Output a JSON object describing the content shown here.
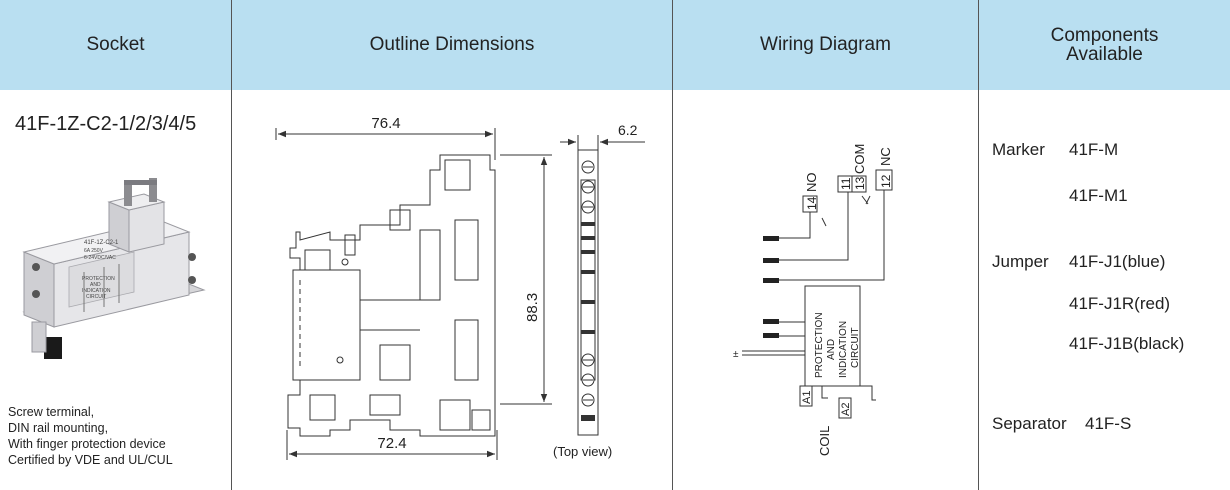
{
  "header": {
    "socket": "Socket",
    "outline": "Outline Dimensions",
    "wiring": "Wiring Diagram",
    "components_line1": "Components",
    "components_line2": "Available"
  },
  "socket": {
    "model": "41F-1Z-C2-1/2/3/4/5",
    "product_text": [
      "41F-1Z-C2-1",
      "6A 250V",
      "6-24VDC/VAC",
      "PROTECTION",
      "AND",
      "INDICATION",
      "CIRCUIT"
    ],
    "description": [
      "Screw terminal,",
      "DIN rail mounting,",
      "With finger protection device",
      "Certified by VDE and UL/CUL"
    ]
  },
  "outline": {
    "width_top": "76.4",
    "width_bottom": "72.4",
    "height": "88.3",
    "thickness": "6.2",
    "top_view": "(Top view)"
  },
  "wiring": {
    "no": "NO",
    "no_pin": "14",
    "com": "COM",
    "com_pin_a": "11",
    "com_pin_b": "13",
    "nc": "NC",
    "nc_pin": "12",
    "circuit": [
      "PROTECTION",
      "AND",
      "INDICATION",
      "CIRCUIT"
    ],
    "a1": "A1",
    "a2": "A2",
    "coil": "COIL",
    "pm_sign": "±"
  },
  "components": {
    "marker_label": "Marker",
    "marker_1": "41F-M",
    "marker_2": "41F-M1",
    "jumper_label": "Jumper",
    "jumper_1": "41F-J1(blue)",
    "jumper_2": "41F-J1R(red)",
    "jumper_3": "41F-J1B(black)",
    "separator_label": "Separator",
    "separator_1": "41F-S"
  },
  "colors": {
    "header_bg": "#b9dff1",
    "line": "#555555",
    "drawing": "#333333",
    "product_body": "#e4e4e6"
  }
}
